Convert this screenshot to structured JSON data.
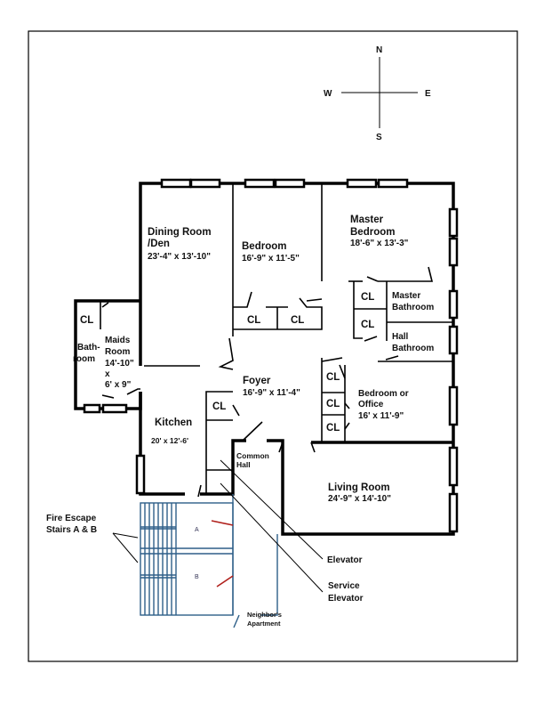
{
  "compass": {
    "n": "N",
    "s": "S",
    "e": "E",
    "w": "W"
  },
  "rooms": {
    "dining": {
      "name1": "Dining Room",
      "name2": "/Den",
      "dims": "23'-4\" x 13'-10\""
    },
    "bedroom": {
      "name": "Bedroom",
      "dims": "16'-9\" x 11'-5\""
    },
    "master": {
      "name1": "Master",
      "name2": "Bedroom",
      "dims": "18'-6\" x 13'-3\""
    },
    "master_bath": {
      "name1": "Master",
      "name2": "Bathroom"
    },
    "hall_bath": {
      "name1": "Hall",
      "name2": "Bathroom"
    },
    "maids": {
      "bath1": "Bath-",
      "bath2": "room",
      "name1": "Maids",
      "name2": "Room",
      "dims1": "14'-10\"",
      "dims2": "x",
      "dims3": "6' x 9\""
    },
    "foyer": {
      "name": "Foyer",
      "dims": "16'-9\" x 11'-4\""
    },
    "office": {
      "name1": "Bedroom or",
      "name2": "Office",
      "dims": "16' x 11'-9\""
    },
    "kitchen": {
      "name": "Kitchen",
      "dims": "20' x 12'-6'"
    },
    "common": {
      "name1": "Common",
      "name2": "Hall"
    },
    "living": {
      "name": "Living Room",
      "dims": "24'-9\" x 14'-10\""
    }
  },
  "closet_label": "CL",
  "labels": {
    "fire1": "Fire Escape",
    "fire2": "Stairs A & B",
    "stair_a": "A",
    "stair_b": "B",
    "elevator": "Elevator",
    "service1": "Service",
    "service2": "Elevator",
    "neighbor1": "Neighbor's",
    "neighbor2": "Apartment"
  }
}
